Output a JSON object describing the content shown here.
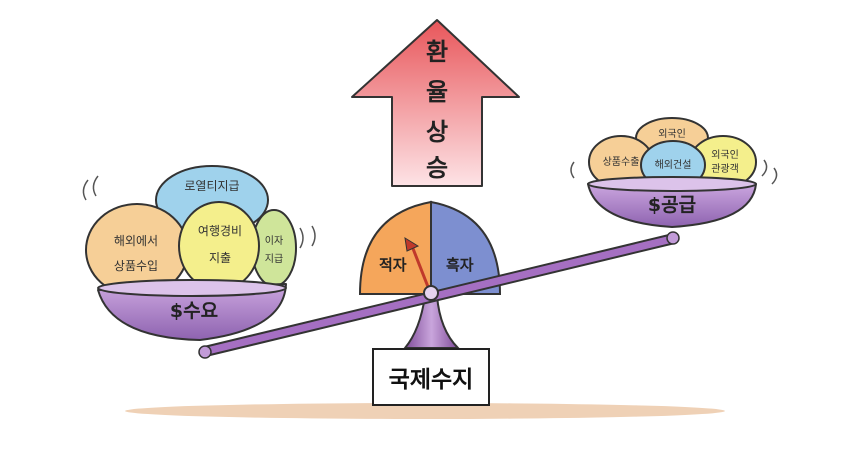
{
  "arrow": {
    "chars": [
      "환",
      "율",
      "상",
      "승"
    ]
  },
  "gauge": {
    "deficit": "적자",
    "surplus": "흑자"
  },
  "left_pan": {
    "label": "$수요",
    "items": {
      "royalty": "로열티지급",
      "import_line1": "해외에서",
      "import_line2": "상품수입",
      "travel_line1": "여행경비",
      "travel_line2": "지출",
      "interest_line1": "이자",
      "interest_line2": "지급"
    }
  },
  "right_pan": {
    "label": "$공급",
    "items": {
      "foreign_invest": "외국인",
      "export": "상품수출",
      "overseas_invest": "해외건설",
      "tourists_line1": "외국인",
      "tourists_line2": "관광객"
    }
  },
  "base": {
    "label": "국제수지"
  },
  "colors": {
    "arrow_top": "#e8565a",
    "arrow_bottom": "#fbd9dd",
    "pan": "#b98fd0",
    "deficit": "#f5a65b",
    "surplus": "#7d8fd0",
    "ball_blue": "#9fd2ec",
    "ball_yellow": "#f4ef8c",
    "ball_orange": "#f6cf97",
    "ball_green": "#cfe59a",
    "shadow": "#efd1b6"
  }
}
